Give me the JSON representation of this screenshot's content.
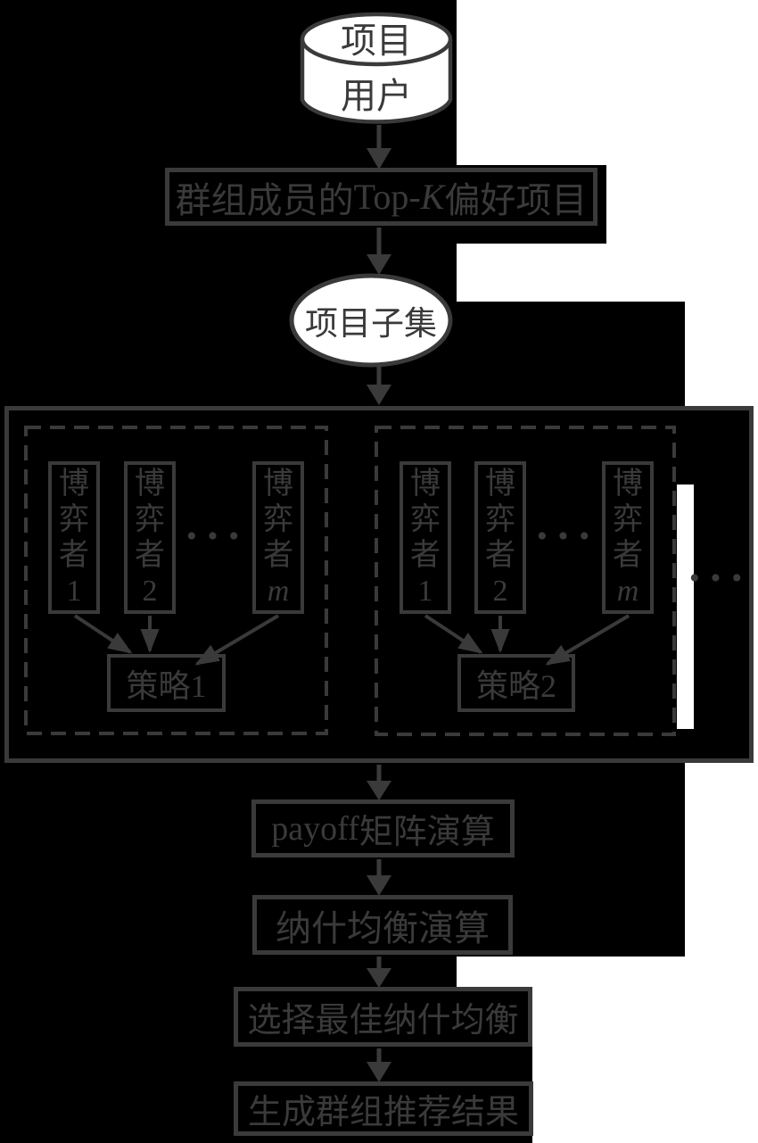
{
  "figure": {
    "type": "flowchart",
    "background_color": "#000000",
    "ink_color": "#3a3a3a",
    "shape_fill_color": "#ffffff"
  },
  "nodes": {
    "datastore": {
      "line1": "项目",
      "line2": "用户"
    },
    "topk": {
      "part1": "群组成员的",
      "part2": "Top-",
      "part3_italic": "K",
      "part4": "偏好项目"
    },
    "subset": {
      "label": "项目子集"
    },
    "player_chars": {
      "c1": "博",
      "c2": "弈",
      "c3": "者"
    },
    "group1": {
      "p1": "1",
      "p2": "2",
      "p3": "m",
      "dots": "···",
      "strategy": "策略1"
    },
    "group2": {
      "p1": "1",
      "p2": "2",
      "p3": "m",
      "dots": "···",
      "strategy": "策略2"
    },
    "outer_dots": "···",
    "payoff": {
      "latin": "payoff",
      "cjk": " 矩阵演算"
    },
    "nash": {
      "label": "纳什均衡演算"
    },
    "select": {
      "label": "选择最佳纳什均衡"
    },
    "result": {
      "label": "生成群组推荐结果"
    }
  }
}
